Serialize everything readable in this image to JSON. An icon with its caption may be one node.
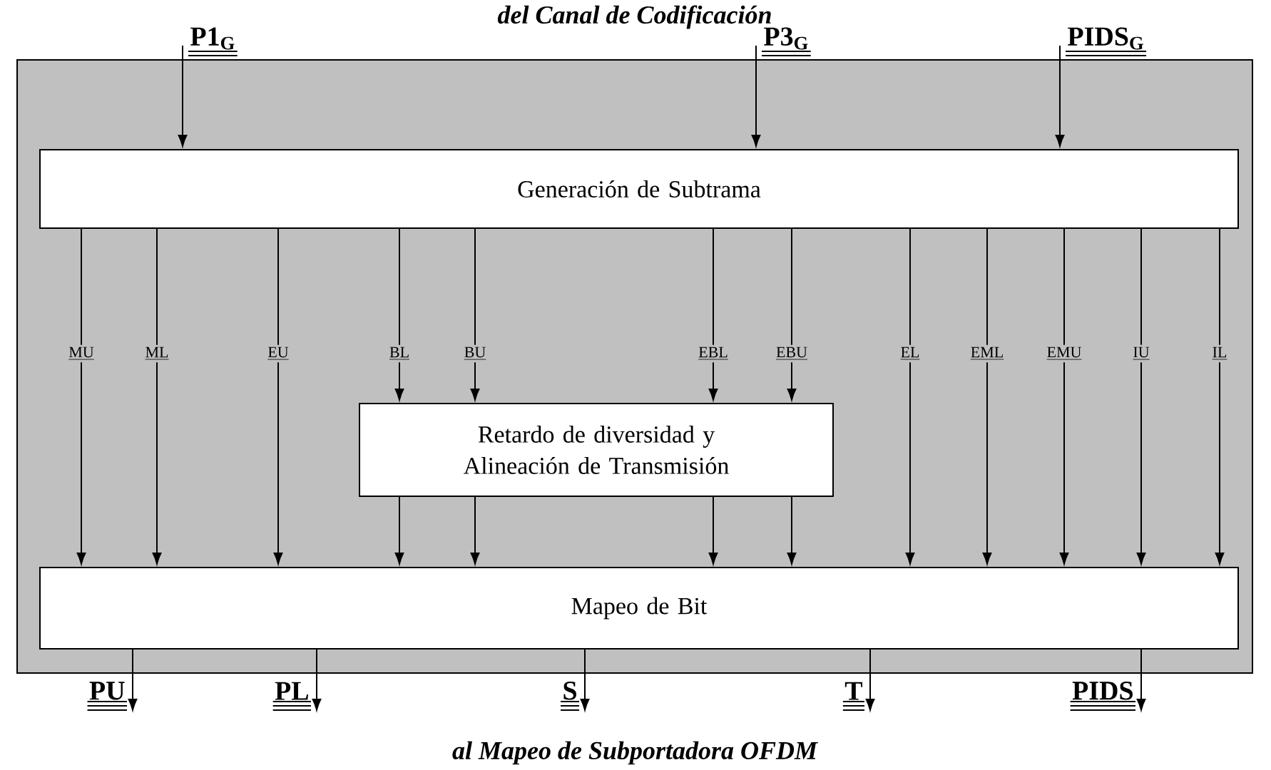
{
  "diagram": {
    "nodes": [
      {
        "text": [],
        "shape": "box"
      },
      {
        "text": [
          "Generación de Subtrama"
        ],
        "in": 0
      },
      {
        "text": [
          "Retardo de diversidad y Alineación de Transmisión"
        ],
        "in": 0
      },
      {
        "text": [
          "Mapeo de Bit"
        ],
        "in": 0
      }
    ],
    "edges": [
      {
        "from": null,
        "to": 1,
        "arrow": "to",
        "label": "P1$_{G}$"
      },
      {
        "from": null,
        "to": 1,
        "arrow": "to",
        "label": "P3$_{G}$"
      },
      {
        "from": null,
        "to": 1,
        "arrow": "to",
        "label": "PIDS$_{G}$"
      },
      {
        "from": 1,
        "to": 3,
        "arrow": "to",
        "label": "MU"
      },
      {
        "from": 1,
        "to": 3,
        "arrow": "to",
        "label": "ML"
      },
      {
        "from": 1,
        "to": 3,
        "arrow": "to",
        "label": "EU"
      },
      {
        "from": 1,
        "to": 2,
        "arrow": "to",
        "label": "BL"
      },
      {
        "from": 1,
        "to": 2,
        "arrow": "to",
        "label": "BU"
      },
      {
        "from": 1,
        "to": 2,
        "arrow": "to",
        "label": "EBL"
      },
      {
        "from": 1,
        "to": 2,
        "arrow": "to",
        "label": "EBU"
      },
      {
        "from": 1,
        "to": 3,
        "arrow": "to",
        "label": "EL"
      },
      {
        "from": 1,
        "to": 3,
        "arrow": "to",
        "label": "EML"
      },
      {
        "from": 1,
        "to": 3,
        "arrow": "to",
        "label": "EMU"
      },
      {
        "from": 1,
        "to": 3,
        "arrow": "to",
        "label": "IU"
      },
      {
        "from": 1,
        "to": 3,
        "arrow": "to",
        "label": "IL"
      },
      {
        "from": 2,
        "to": 3,
        "arrow": "to"
      },
      {
        "from": 2,
        "to": 3,
        "arrow": "to"
      },
      {
        "from": 2,
        "to": 3,
        "arrow": "to"
      },
      {
        "from": 2,
        "to": 3,
        "arrow": "to"
      },
      {
        "from": 3,
        "to": null,
        "arrow": "to",
        "label": "PU"
      },
      {
        "from": 3,
        "to": null,
        "arrow": "to",
        "label": "PL"
      },
      {
        "from": 3,
        "to": null,
        "arrow": "to",
        "label": "S"
      },
      {
        "from": 3,
        "to": null,
        "arrow": "to",
        "label": "T"
      },
      {
        "from": 3,
        "to": null,
        "arrow": "to",
        "label": "PIDS"
      }
    ],
    "labels": [
      "del Canal de Codificación",
      "al Mapeo de Subportadora OFDM"
    ]
  }
}
